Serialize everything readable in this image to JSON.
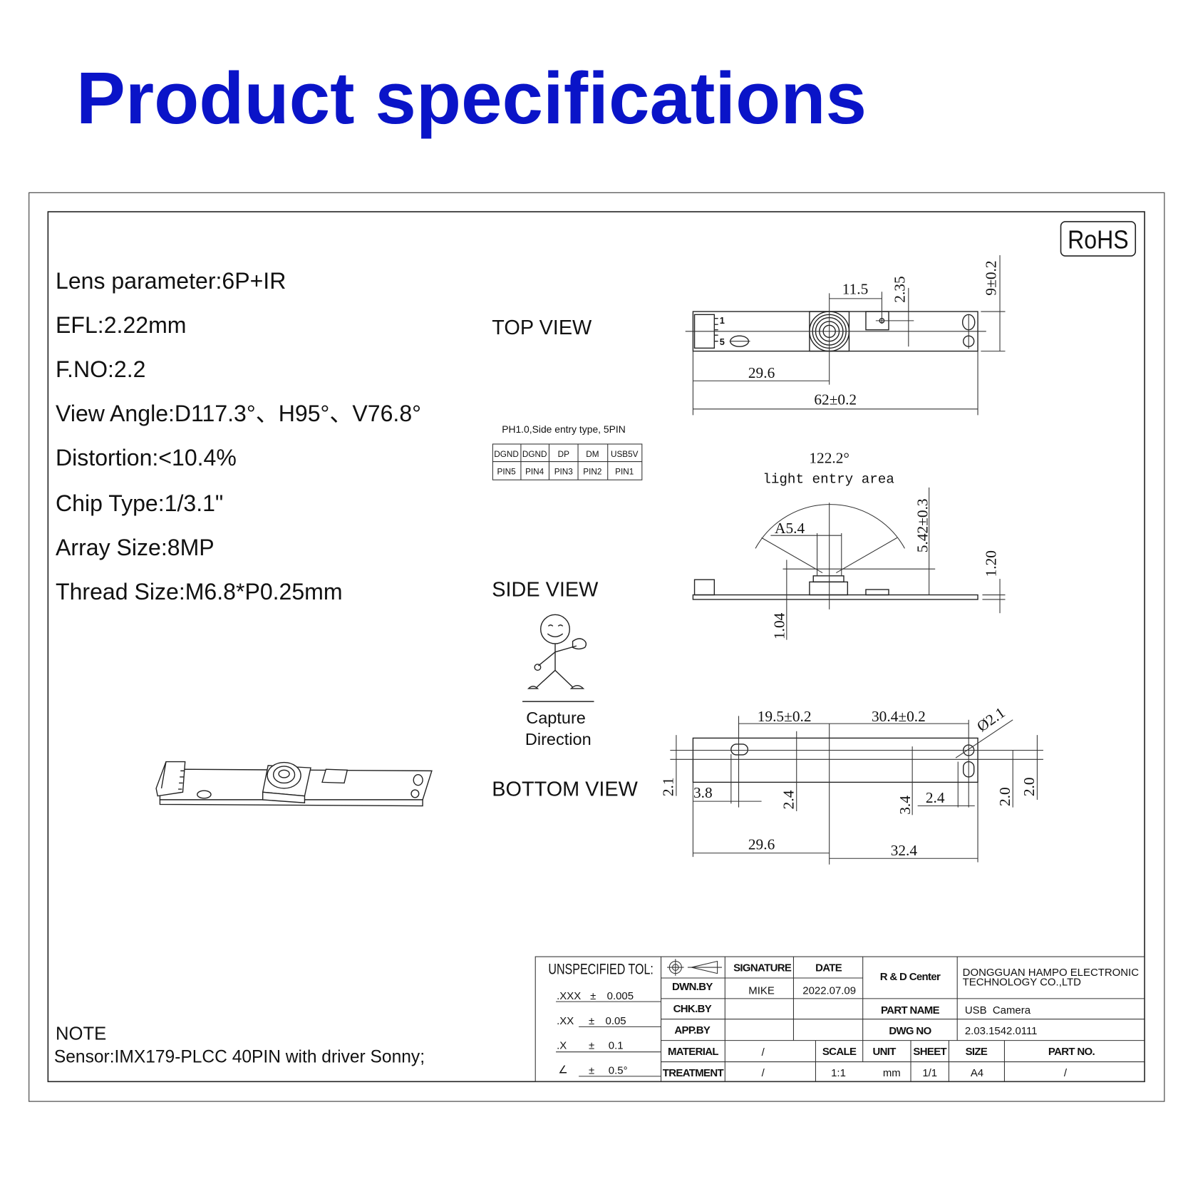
{
  "title": "Product specifications",
  "colors": {
    "title": "#0a14c8",
    "line": "#222222"
  },
  "rohs": "RoHS",
  "specs": [
    "Lens parameter:6P+IR",
    "EFL:2.22mm",
    "F.NO:2.2",
    "View Angle:D117.3°、H95°、V76.8°",
    "Distortion:<10.4%",
    "Chip Type:1/3.1\"",
    "Array Size:8MP",
    "Thread Size:M6.8*P0.25mm"
  ],
  "views": {
    "top": "TOP VIEW",
    "side": "SIDE VIEW",
    "bottom": "BOTTOM VIEW"
  },
  "connector": {
    "caption": "PH1.0,Side entry type, 5PIN",
    "signals": [
      "DGND",
      "DGND",
      "DP",
      "DM",
      "USB5V"
    ],
    "pins": [
      "PIN5",
      "PIN4",
      "PIN3",
      "PIN2",
      "PIN1"
    ],
    "pin_marks": [
      "1",
      "5"
    ]
  },
  "capture": {
    "line1": "Capture",
    "line2": "Direction"
  },
  "top_dims": {
    "d1": "11.5",
    "d2": "2.35",
    "d3": "9±0.2",
    "d4": "29.6",
    "d5": "62±0.2"
  },
  "side_dims": {
    "angle": "122.2°",
    "label": "light entry area",
    "a": "A5.4",
    "h1": "5.42±0.3",
    "h2": "1.20",
    "h3": "1.04"
  },
  "bottom_dims": {
    "d1": "19.5±0.2",
    "d2": "30.4±0.2",
    "d3": "Ø2.1",
    "d4": "2.1",
    "d5": "3.8",
    "d6": "2.4",
    "d7": "3.4",
    "d8": "2.4",
    "d9": "2.0",
    "d10": "2.0",
    "d11": "29.6",
    "d12": "32.4"
  },
  "note": {
    "title": "NOTE",
    "text": "Sensor:IMX179-PLCC 40PIN with driver Sonny;"
  },
  "titleblock": {
    "unspecified": "UNSPECIFIED TOL:",
    "tol": [
      {
        "k": ".XXX",
        "pm": "±",
        "v": "0.005"
      },
      {
        "k": ".XX",
        "pm": "±",
        "v": "0.05"
      },
      {
        "k": ".X",
        "pm": "±",
        "v": "0.1"
      },
      {
        "k": "∠",
        "pm": "±",
        "v": "0.5°"
      }
    ],
    "signature": "SIGNATURE",
    "date": "DATE",
    "dwn_by": "DWN.BY",
    "dwn_name": "MIKE",
    "dwn_date": "2022.07.09",
    "chk_by": "CHK.BY",
    "app_by": "APP.BY",
    "rd": "R & D Center",
    "company1": "DONGGUAN HAMPO ELECTRONIC",
    "company2": "TECHNOLOGY CO.,LTD",
    "part_name_label": "PART NAME",
    "part_name": "USB  Camera",
    "dwg_label": "DWG NO",
    "dwg_no": "2.03.1542.0111",
    "material": "MATERIAL",
    "material_val": "/",
    "treatment": "TREATMENT",
    "treatment_val": "/",
    "scale": "SCALE",
    "scale_val": "1:1",
    "unit": "UNIT",
    "unit_val": "mm",
    "sheet": "SHEET",
    "sheet_val": "1/1",
    "size": "SIZE",
    "size_val": "A4",
    "part_no": "PART NO.",
    "part_no_val": "/"
  }
}
